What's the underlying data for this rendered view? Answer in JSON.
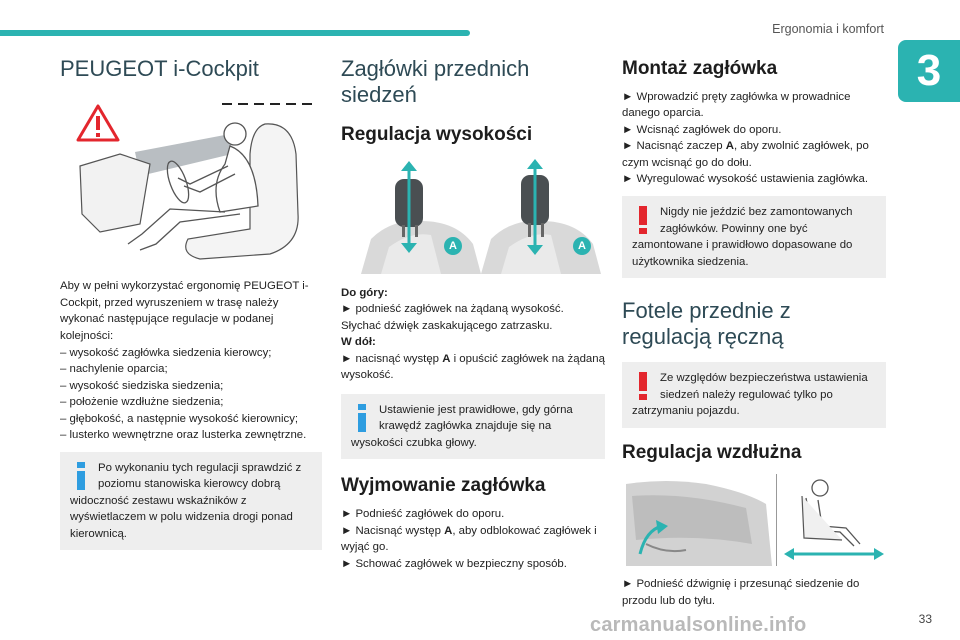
{
  "header": {
    "section_title": "Ergonomia i komfort",
    "chapter_number": "3",
    "accent_color": "#2bb3b1"
  },
  "col1": {
    "title": "PEUGEOT i-Cockpit",
    "intro": "Aby w pełni wykorzystać ergonomię PEUGEOT i-Cockpit, przed wyruszeniem w trasę należy wykonać następujące regulacje w podanej kolejności:",
    "steps": [
      "– wysokość zagłówka siedzenia kierowcy;",
      "– nachylenie oparcia;",
      "– wysokość siedziska siedzenia;",
      "– położenie wzdłużne siedzenia;",
      "– głębokość, a następnie wysokość kierownicy;",
      "– lusterko wewnętrzne oraz lusterka zewnętrzne."
    ],
    "info": "Po wykonaniu tych regulacji sprawdzić z poziomu stanowiska kierowcy dobrą widoczność zestawu wskaźników z wyświetlaczem w polu widzenia drogi ponad kierownicą."
  },
  "col2": {
    "title": "Zagłówki przednich siedzeń",
    "height_heading": "Regulacja wysokości",
    "label_a": "A",
    "up_label": "Do góry:",
    "up_text1": "► podnieść zagłówek na żądaną wysokość.",
    "up_text2": "Słychać dźwięk zaskakującego zatrzasku.",
    "down_label": "W dół:",
    "down_pre": "► nacisnąć występ ",
    "down_post": " i opuścić zagłówek na żądaną wysokość.",
    "info": "Ustawienie jest prawidłowe, gdy górna krawędź zagłówka znajduje się na wysokości czubka głowy.",
    "remove_heading": "Wyjmowanie zagłówka",
    "remove_1": "► Podnieść zagłówek do oporu.",
    "remove_2_pre": "► Nacisnąć występ ",
    "remove_2_post": ", aby odblokować zagłówek i wyjąć go.",
    "remove_3": "► Schować zagłówek w bezpieczny sposób."
  },
  "col3": {
    "mount_heading": "Montaż zagłówka",
    "mount_1": "► Wprowadzić pręty zagłówka w prowadnice danego oparcia.",
    "mount_2": "► Wcisnąć zagłówek do oporu.",
    "mount_3_pre": "► Nacisnąć zaczep ",
    "mount_3_post": ", aby zwolnić zagłówek, po czym wcisnąć go do dołu.",
    "mount_4": "► Wyregulować wysokość ustawienia zagłówka.",
    "warn1": "Nigdy nie jeździć bez zamontowanych zagłówków. Powinny one być zamontowane i prawidłowo dopasowane do użytkownika siedzenia.",
    "manual_title": "Fotele przednie z regulacją ręczną",
    "warn2": "Ze względów bezpieczeństwa ustawienia siedzeń należy regulować tylko po zatrzymaniu pojazdu.",
    "long_heading": "Regulacja wzdłużna",
    "long_text": "► Podnieść dźwignię i przesunąć siedzenie do przodu lub do tyłu."
  },
  "footer": {
    "page_number": "33",
    "watermark": "carmanualsonline.info"
  }
}
